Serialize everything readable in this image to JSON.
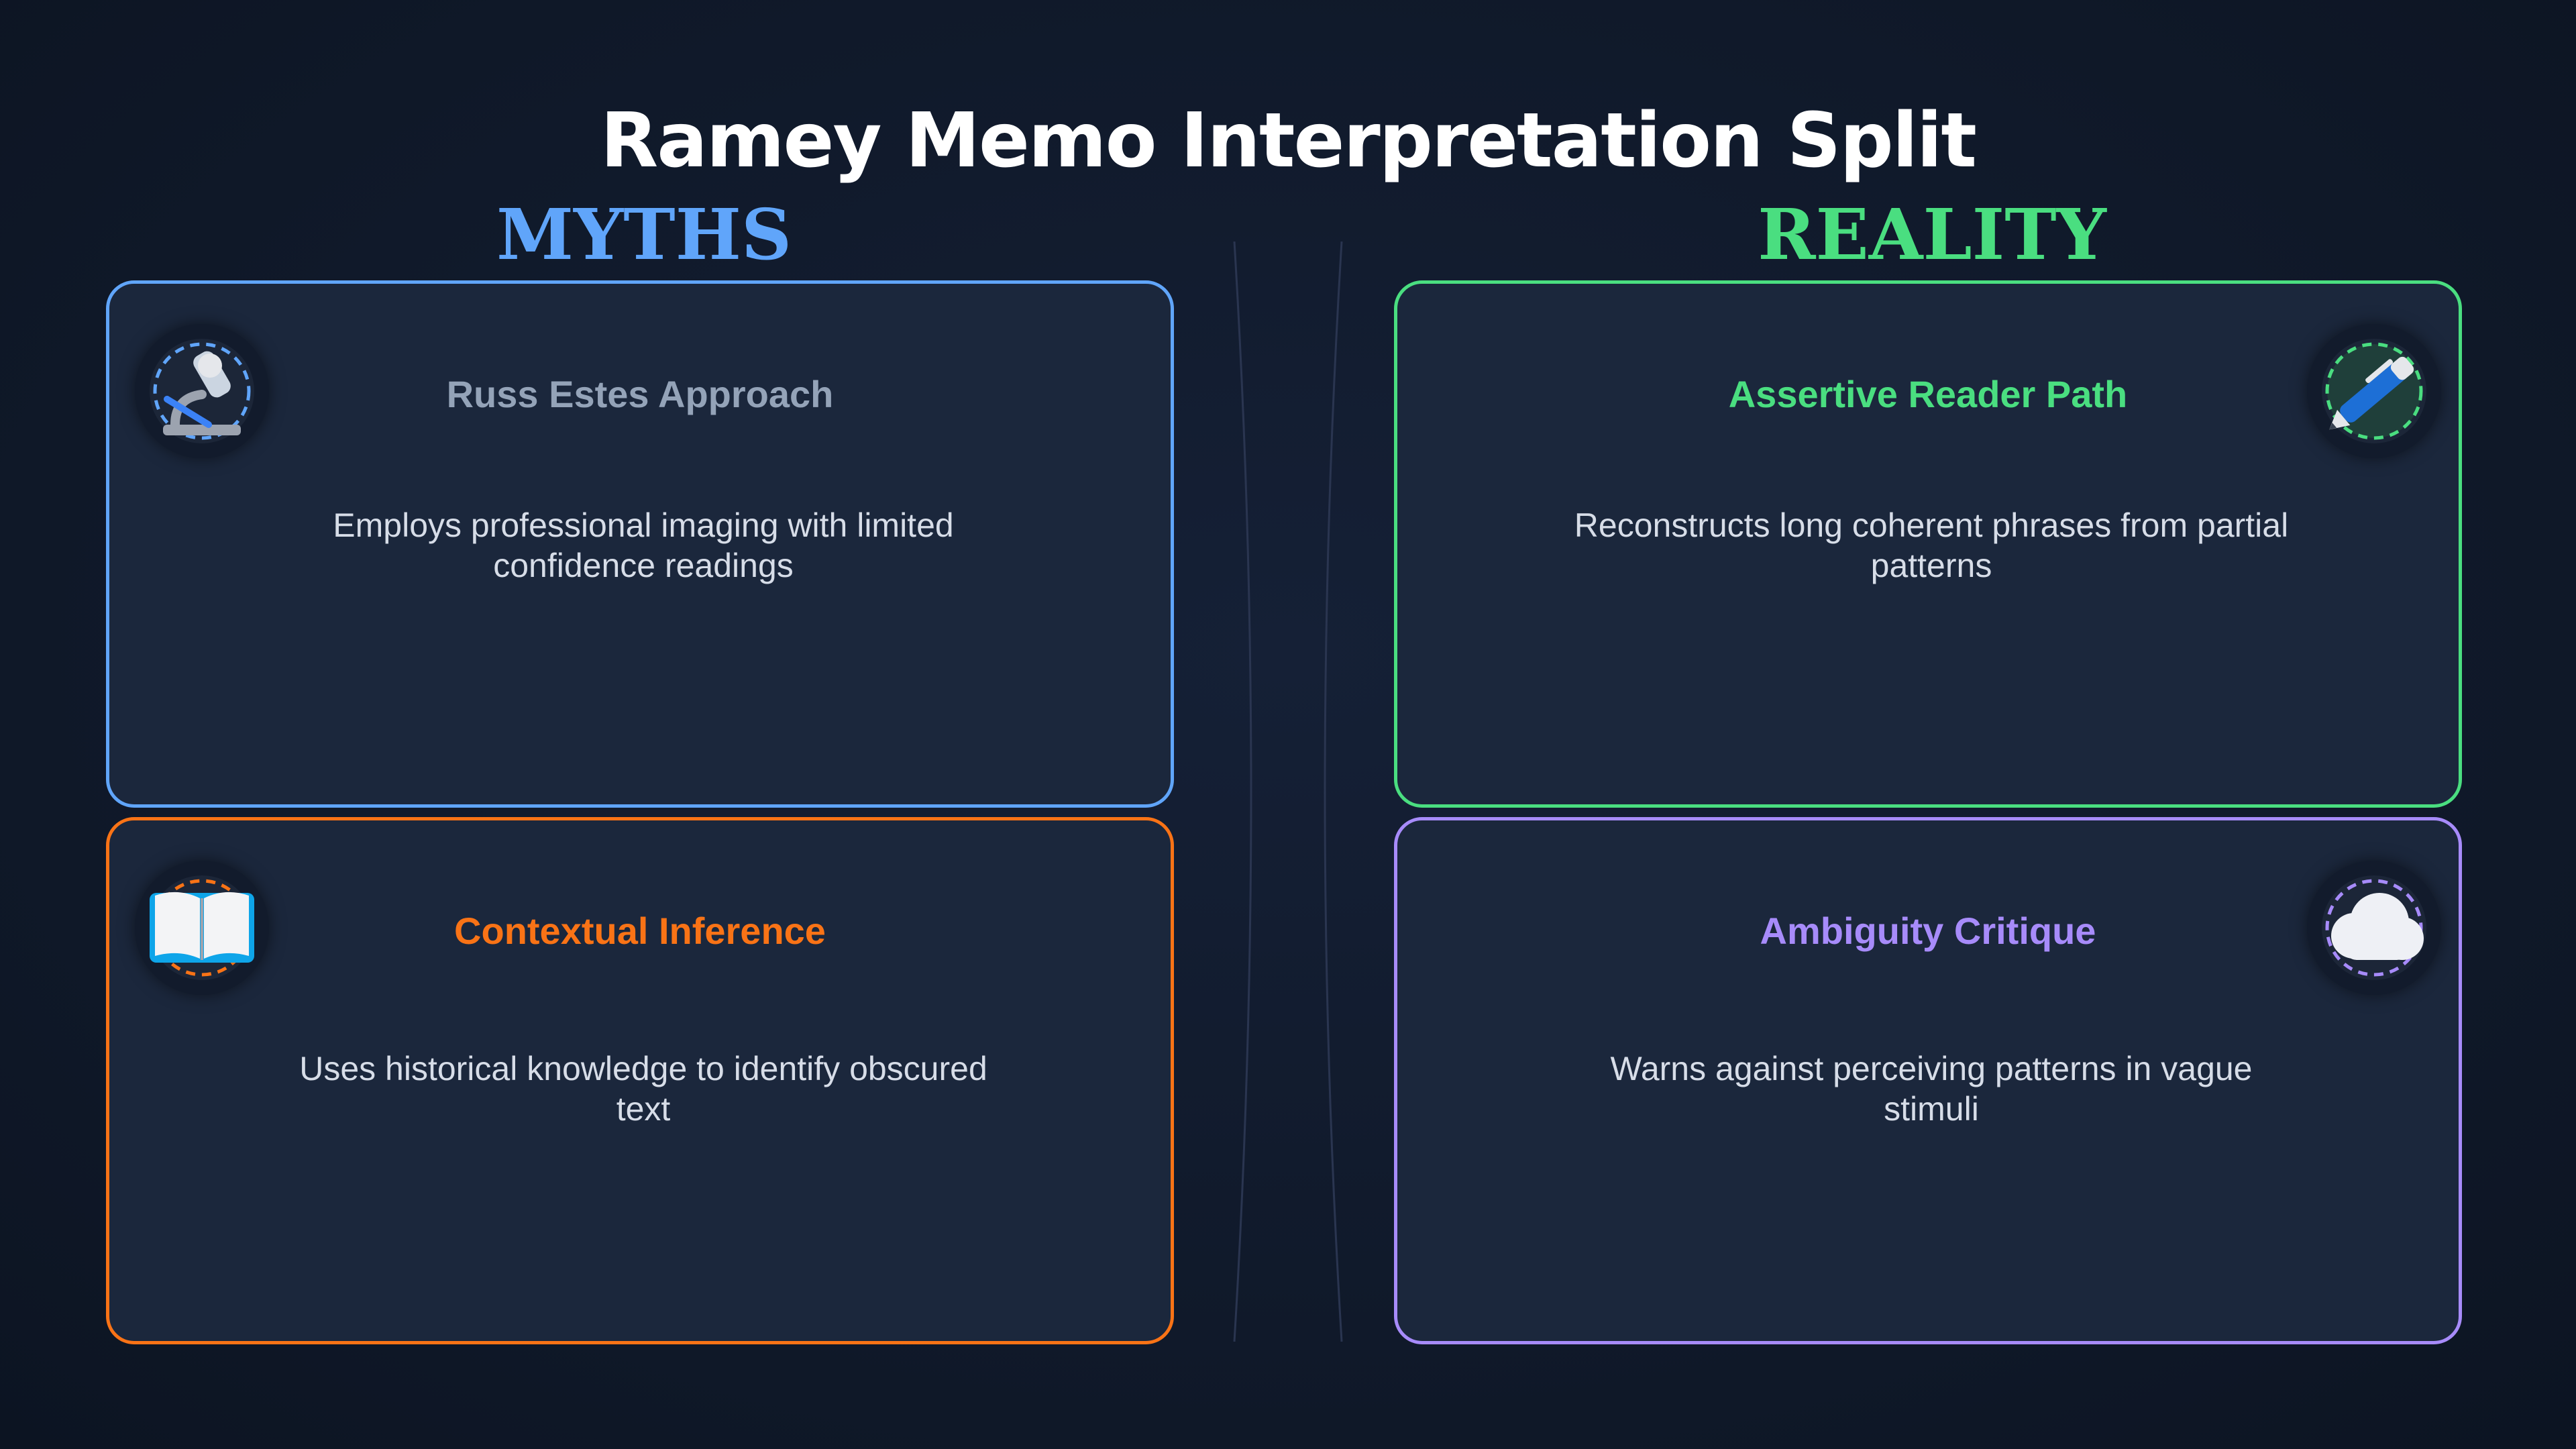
{
  "title": "Ramey Memo Interpretation Split",
  "columns": {
    "left_heading": "MYTHS",
    "right_heading": "REALITY"
  },
  "colors": {
    "myths_heading": "#60a5fa",
    "reality_heading": "#4ade80"
  },
  "cards": [
    {
      "id": "russ",
      "title": "Russ Estes Approach",
      "body": "Employs professional imaging with limited confidence readings",
      "icon": "microscope-icon",
      "accent": "#60a5fa",
      "title_color": "#94a3b8"
    },
    {
      "id": "assertive",
      "title": "Assertive Reader Path",
      "body": "Reconstructs long coherent phrases from partial patterns",
      "icon": "pen-icon",
      "accent": "#4ade80",
      "title_color": "#4ade80"
    },
    {
      "id": "context",
      "title": "Contextual Inference",
      "body": "Uses historical knowledge to identify obscured text",
      "icon": "open-book-icon",
      "accent": "#f97316",
      "title_color": "#f97316"
    },
    {
      "id": "ambiguity",
      "title": "Ambiguity Critique",
      "body": "Warns against perceiving patterns in vague stimuli",
      "icon": "cloud-icon",
      "accent": "#a78bfa",
      "title_color": "#a78bfa"
    }
  ]
}
